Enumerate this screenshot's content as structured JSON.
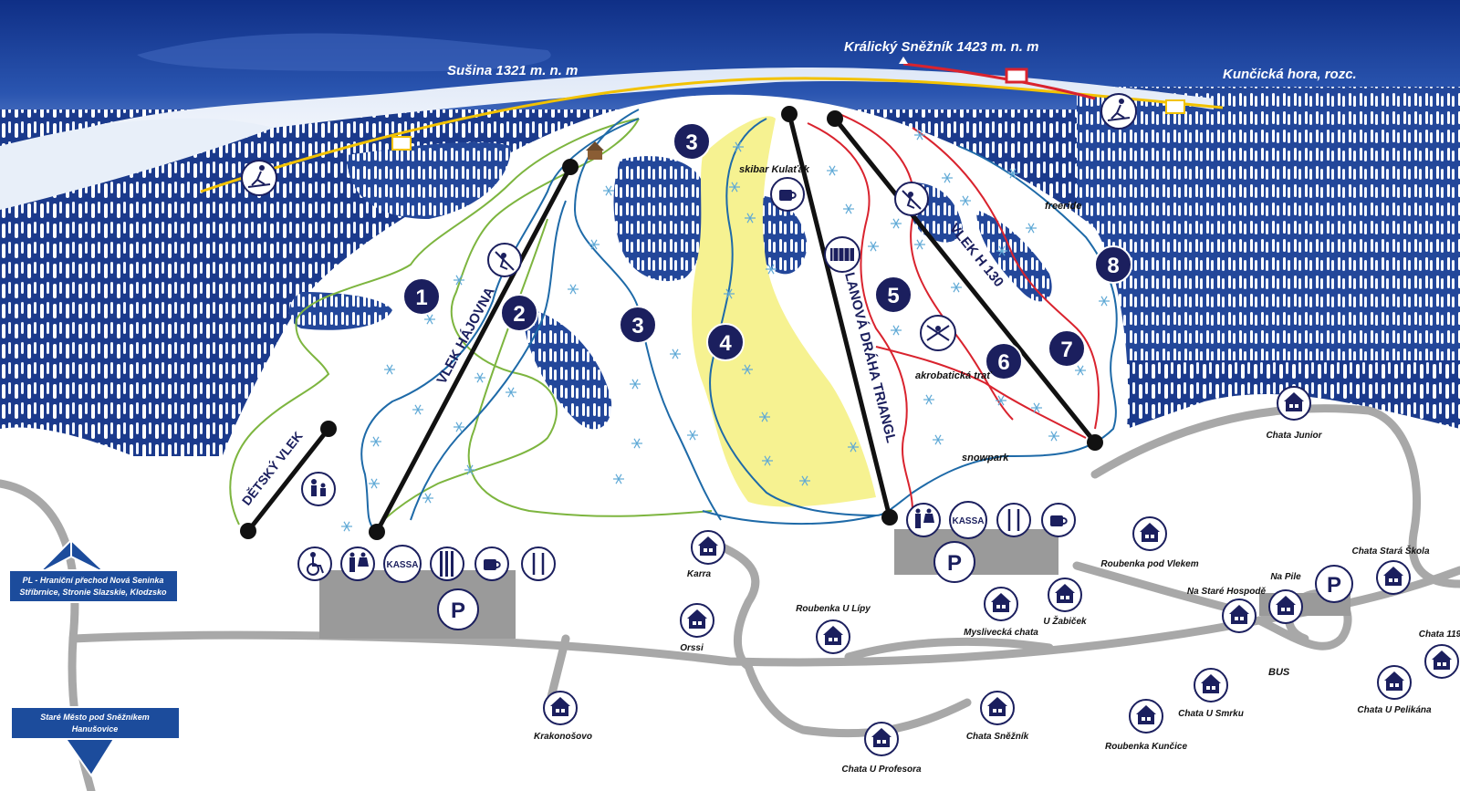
{
  "peaks": {
    "susina": "Sušina 1321 m. n. m",
    "kralicky": "Králický Sněžník 1423 m. n. m",
    "kuncicka": "Kunčická hora, rozc."
  },
  "slopes": [
    {
      "number": "1",
      "color": "green"
    },
    {
      "number": "2",
      "color": "blue"
    },
    {
      "number": "3",
      "color": "blue"
    },
    {
      "number": "3",
      "color": "blue"
    },
    {
      "number": "4",
      "color": "blue"
    },
    {
      "number": "5",
      "color": "red"
    },
    {
      "number": "6",
      "color": "red"
    },
    {
      "number": "7",
      "color": "red"
    },
    {
      "number": "8",
      "color": "blue"
    }
  ],
  "lifts": {
    "detsky": "DĚTSKÝ VLEK",
    "hajovna": "VLEK HÁJOVNA",
    "triangl": "LANOVÁ DRÁHA TRIANGL",
    "h130": "VLEK H 130"
  },
  "areas": {
    "skibar": "skibar Kulaťák",
    "freeride": "freeride",
    "akrobaticka": "akrobatická trať",
    "snowpark": "snowpark"
  },
  "services": {
    "kassa": "KASSA",
    "parking": "P",
    "bus": "BUS"
  },
  "accommodation": [
    {
      "name": "Chata Junior"
    },
    {
      "name": "Karra"
    },
    {
      "name": "Orssi"
    },
    {
      "name": "Roubenka U Lípy"
    },
    {
      "name": "Myslivecká chata"
    },
    {
      "name": "U Žabiček"
    },
    {
      "name": "Roubenka pod Vlekem"
    },
    {
      "name": "Na Staré Hospodě"
    },
    {
      "name": "Na Pile"
    },
    {
      "name": "Chata Stará Škola"
    },
    {
      "name": "Chata 119"
    },
    {
      "name": "Chata U Pelikána"
    },
    {
      "name": "Chata U Smrku"
    },
    {
      "name": "Roubenka Kunčice"
    },
    {
      "name": "Chata Sněžník"
    },
    {
      "name": "Chata U Profesora"
    },
    {
      "name": "Krakonošovo"
    }
  ],
  "signs": {
    "pl": {
      "line1": "PL - Hraniční přechod Nová Seninka",
      "line2": "Stříbrnice, Stronie Slazskie, Klodzsko"
    },
    "stare_mesto": {
      "line1": "Staré Město pod Sněžníkem",
      "line2": "Hanušovice"
    }
  },
  "colors": {
    "sky": "#1d3f8f",
    "forest": "#ffffff",
    "badge": "#1b1f5e",
    "road": "#a8a8a8",
    "parking": "#9a9a9a",
    "green_piste": "#7db53f",
    "blue_piste": "#1e6aa8",
    "red_piste": "#d9232e",
    "yellow_trail": "#f2c200",
    "freeride_zone": "#f6f291",
    "sign": "#1c4c9c"
  }
}
